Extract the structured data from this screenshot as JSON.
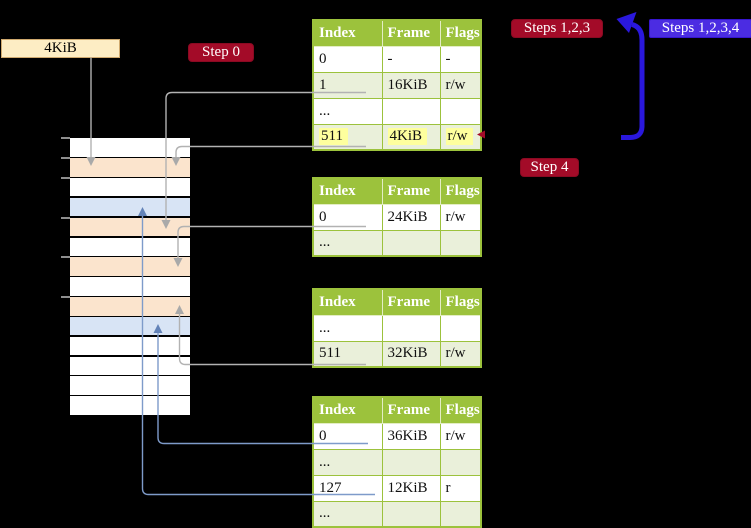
{
  "colors": {
    "background": "#000000",
    "table_header_green": "#9cc23c",
    "table_row_shaded": "#eaf0da",
    "table_row_white": "#ffffff",
    "highlight_yellow": "#feff9e",
    "label_crimson": "#a30b28",
    "label_blue": "#4b2ce2",
    "big_arrow_blue": "#2a18dc",
    "connector_gray": "#b2b2b2",
    "connector_gray_head": "#a9a9a9",
    "connector_blue": "#7e9bca",
    "connector_blue_head": "#6383b8",
    "memory_peach": "#fbe4cd",
    "memory_blue": "#d8e4f5",
    "memory_white": "#ffffff",
    "cr3_box_fill": "#fdedc4",
    "cr3_box_border": "#cfa96e"
  },
  "cr3_box": {
    "label": "4KiB"
  },
  "step_labels": {
    "step0": "Step 0",
    "steps123": "Steps 1,2,3",
    "steps1234": "Steps 1,2,3,4",
    "step4": "Step 4"
  },
  "memory": {
    "row_fills": [
      "white",
      "peach",
      "white",
      "blue",
      "peach",
      "white",
      "peach",
      "white",
      "peach",
      "blue",
      "white",
      "white",
      "white",
      "white"
    ]
  },
  "tables": {
    "t1": {
      "headers": [
        "Index",
        "Frame",
        "Flags"
      ],
      "rows": [
        [
          "0",
          "-",
          "-"
        ],
        [
          "1",
          "16KiB",
          "r/w"
        ],
        [
          "...",
          "",
          ""
        ],
        [
          "511",
          "4KiB",
          "r/w"
        ]
      ],
      "highlighted_row": "511"
    },
    "t2": {
      "headers": [
        "Index",
        "Frame",
        "Flags"
      ],
      "rows": [
        [
          "0",
          "24KiB",
          "r/w"
        ],
        [
          "...",
          "",
          ""
        ]
      ]
    },
    "t3": {
      "headers": [
        "Index",
        "Frame",
        "Flags"
      ],
      "rows": [
        [
          "...",
          "",
          ""
        ],
        [
          "511",
          "32KiB",
          "r/w"
        ]
      ]
    },
    "t4": {
      "headers": [
        "Index",
        "Frame",
        "Flags"
      ],
      "rows": [
        [
          "0",
          "36KiB",
          "r/w"
        ],
        [
          "...",
          "",
          ""
        ],
        [
          "127",
          "12KiB",
          "r"
        ],
        [
          "...",
          "",
          ""
        ]
      ]
    }
  },
  "connectors": {
    "gray": [
      "cr3 4KiB box -> memory 4KiB row",
      "table1 entry 1 (16KiB) -> memory 16KiB row",
      "table1 entry 511 (4KiB) -> memory 4KiB row",
      "table2 entry 0 (24KiB) -> memory 24KiB row",
      "table3 entry 511 (32KiB) -> memory 32KiB row"
    ],
    "blue": [
      "table4 entry 0 (36KiB) -> memory 36KiB row",
      "table4 entry 127 (12KiB) -> memory 12KiB row"
    ],
    "loop_arrow": "curved arrow from step 4 area up-left toward Steps 1,2,3"
  }
}
